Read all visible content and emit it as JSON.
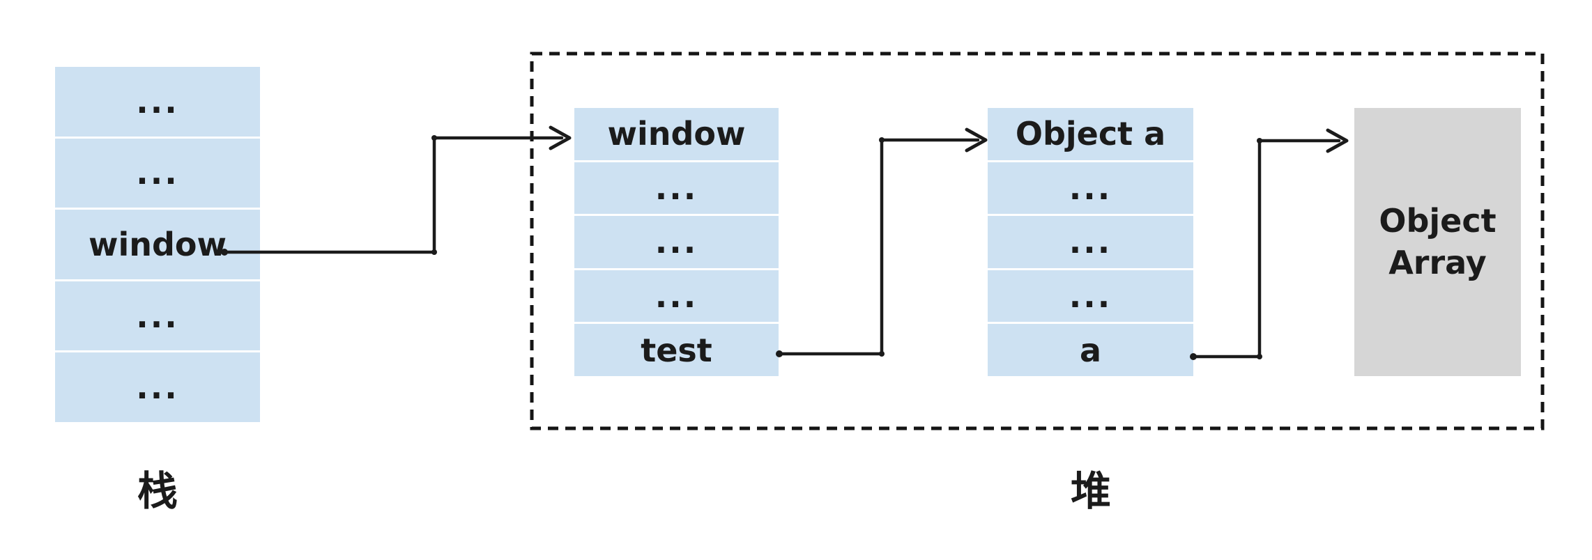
{
  "diagram": {
    "stack": {
      "label": "栈",
      "rows": [
        "...",
        "...",
        "window",
        "...",
        "..."
      ]
    },
    "heap": {
      "label": "堆",
      "window_object": {
        "rows": [
          "window",
          "...",
          "...",
          "...",
          "test"
        ]
      },
      "object_a": {
        "rows": [
          "Object a",
          "...",
          "...",
          "...",
          "a"
        ]
      },
      "object_array": {
        "line1": "Object",
        "line2": "Array"
      }
    },
    "connections": [
      {
        "from": "stack.window",
        "to": "heap.window_object"
      },
      {
        "from": "heap.window_object.test",
        "to": "heap.object_a"
      },
      {
        "from": "heap.object_a.a",
        "to": "heap.object_array"
      }
    ],
    "colors": {
      "cell_blue": "#cde1f2",
      "box_gray": "#d6d6d6",
      "ink": "#1b1b1b",
      "background": "#ffffff"
    }
  }
}
